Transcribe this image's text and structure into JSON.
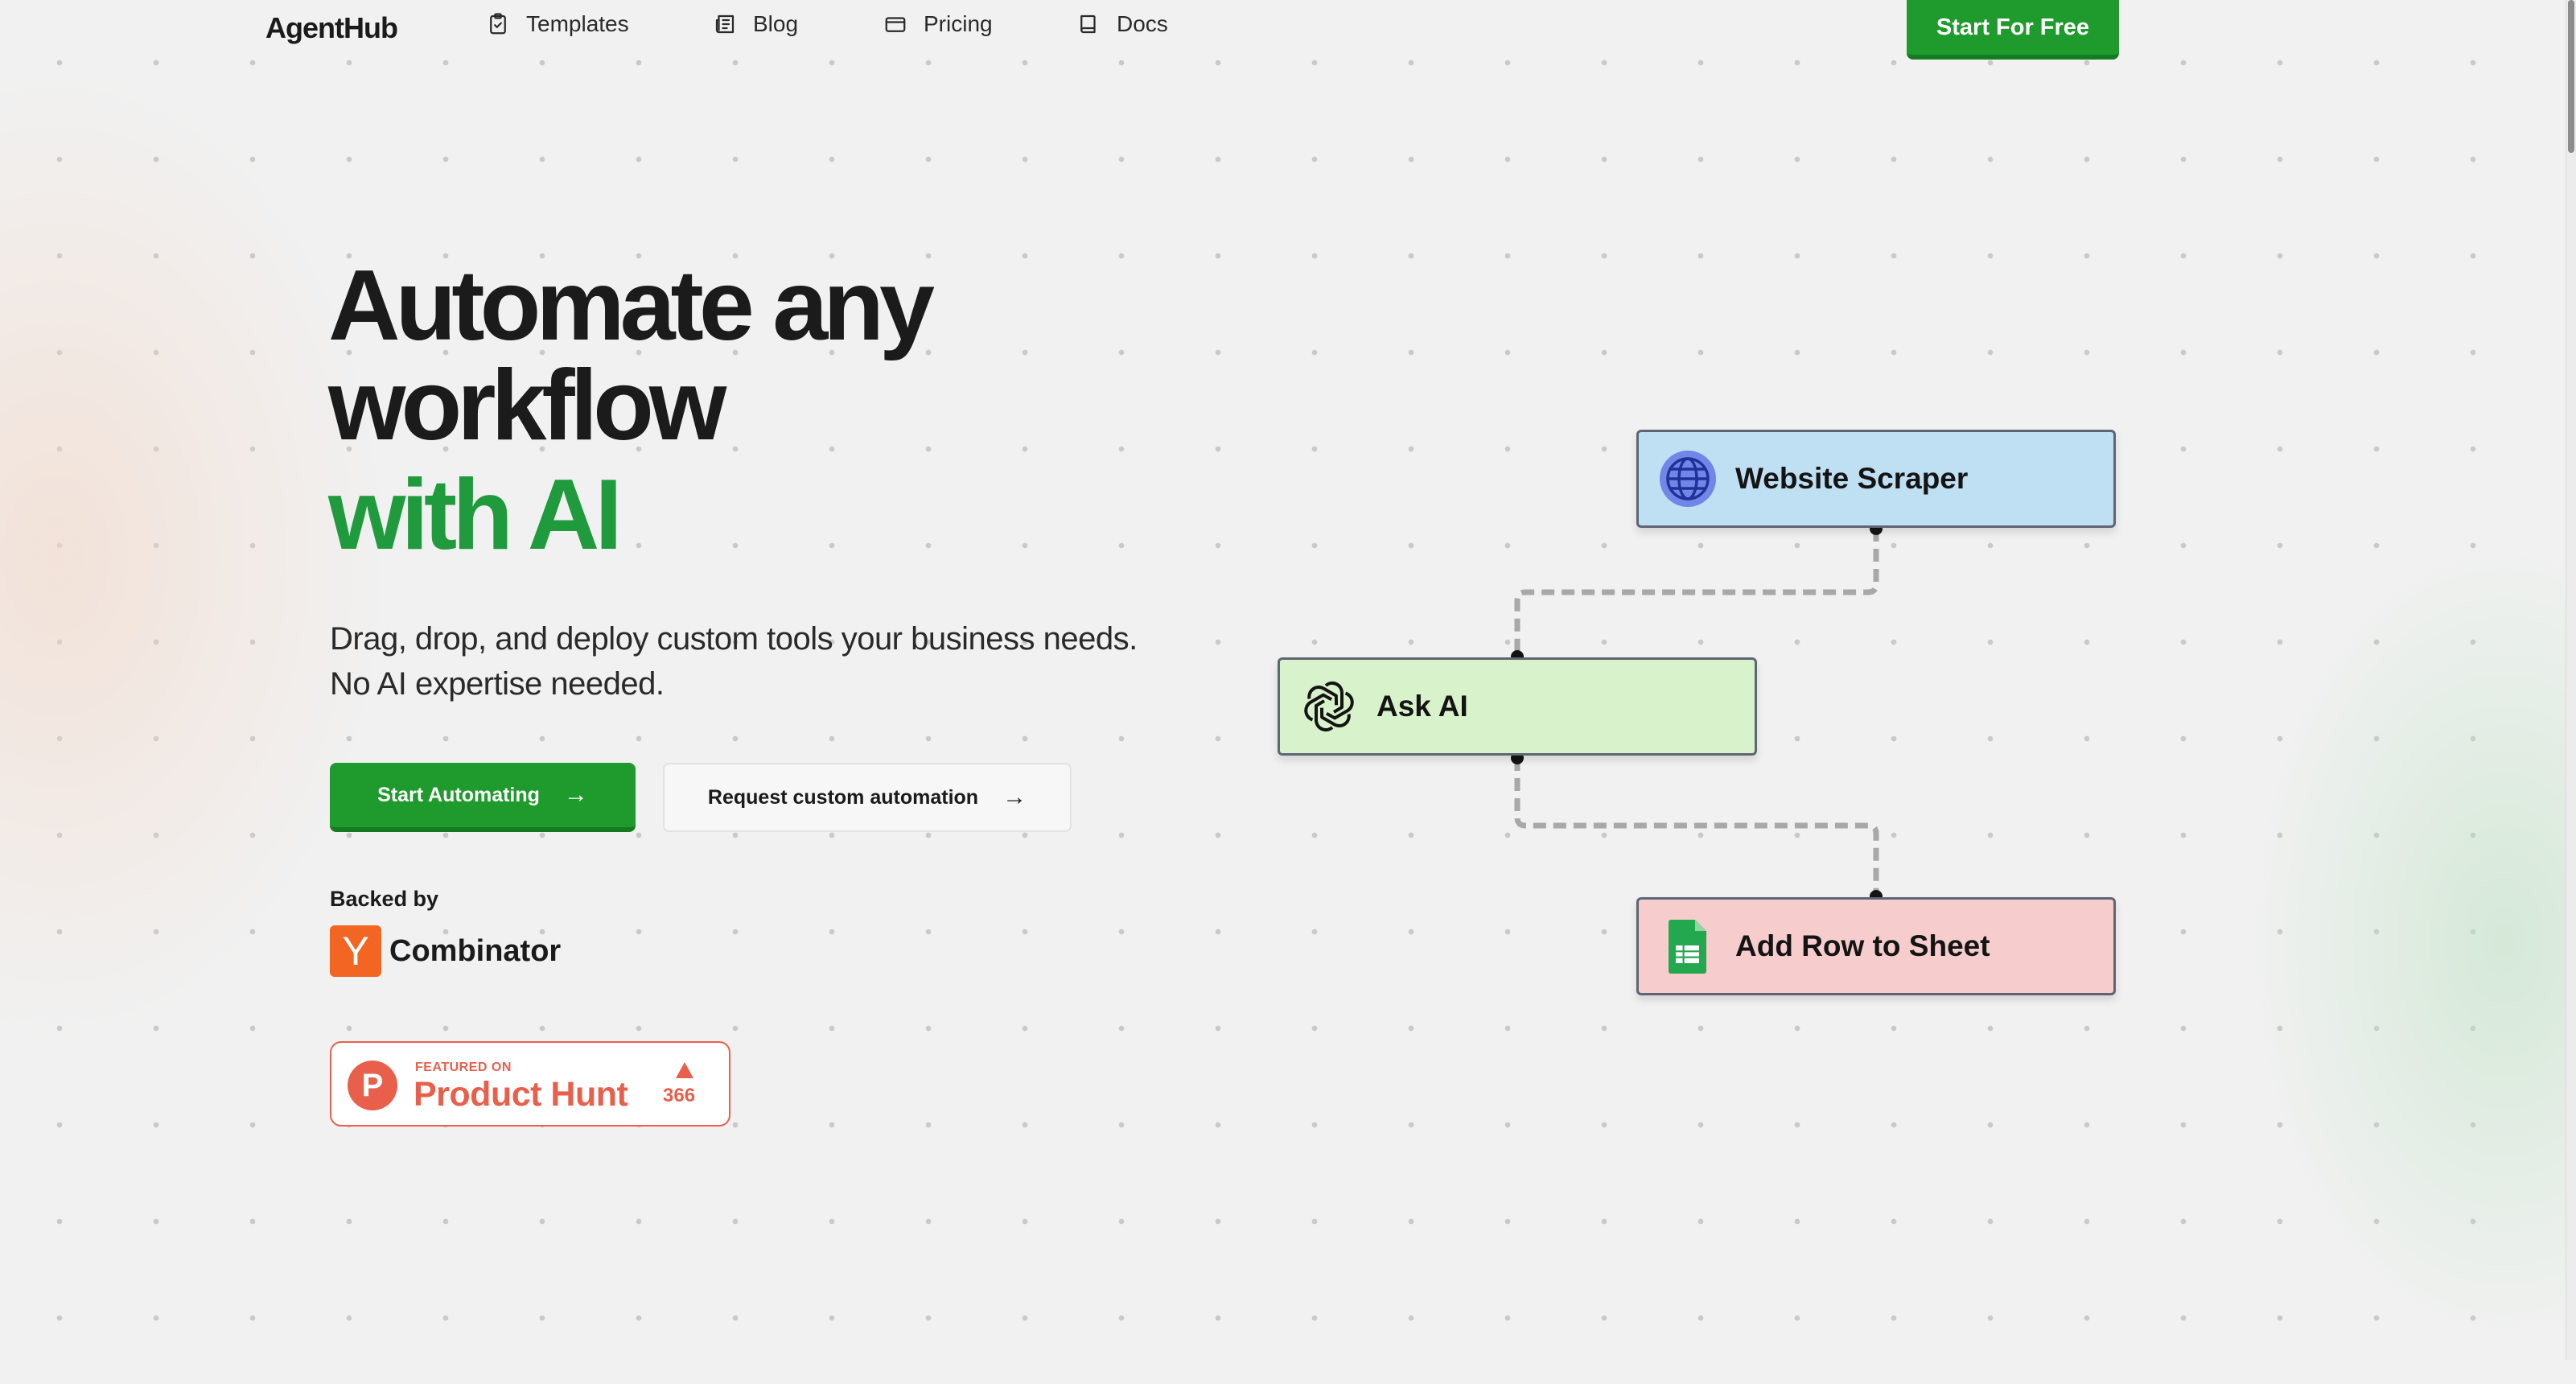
{
  "nav": {
    "logo": "AgentHub",
    "links": [
      {
        "label": "Templates",
        "icon": "clipboard-check-icon"
      },
      {
        "label": "Blog",
        "icon": "newspaper-icon"
      },
      {
        "label": "Pricing",
        "icon": "credit-card-icon"
      },
      {
        "label": "Docs",
        "icon": "book-icon"
      }
    ],
    "cta_label": "Start For Free"
  },
  "hero": {
    "title_line1": "Automate any",
    "title_line2": "workflow",
    "title_accent": "with AI",
    "subtitle_line1": "Drag, drop, and deploy custom tools your business needs.",
    "subtitle_line2": "No AI expertise needed.",
    "primary_button": "Start Automating",
    "secondary_button": "Request custom automation",
    "arrow_glyph": "→"
  },
  "backing": {
    "label": "Backed by",
    "logo_letter": "Y",
    "name": "Combinator"
  },
  "product_hunt": {
    "logo_letter": "P",
    "featured_text": "FEATURED ON",
    "name": "Product Hunt",
    "upvotes": "366"
  },
  "flow": {
    "nodes": [
      {
        "label": "Website Scraper",
        "icon": "globe-icon",
        "color": "#bfe0f3"
      },
      {
        "label": "Ask AI",
        "icon": "openai-icon",
        "color": "#d8f3cb"
      },
      {
        "label": "Add Row to Sheet",
        "icon": "google-sheets-icon",
        "color": "#f6cccc"
      }
    ]
  },
  "colors": {
    "accent_green": "#1f9a2c",
    "headline_green": "#1f9a3c",
    "product_hunt_red": "#e8604c",
    "yc_orange": "#f26522"
  }
}
